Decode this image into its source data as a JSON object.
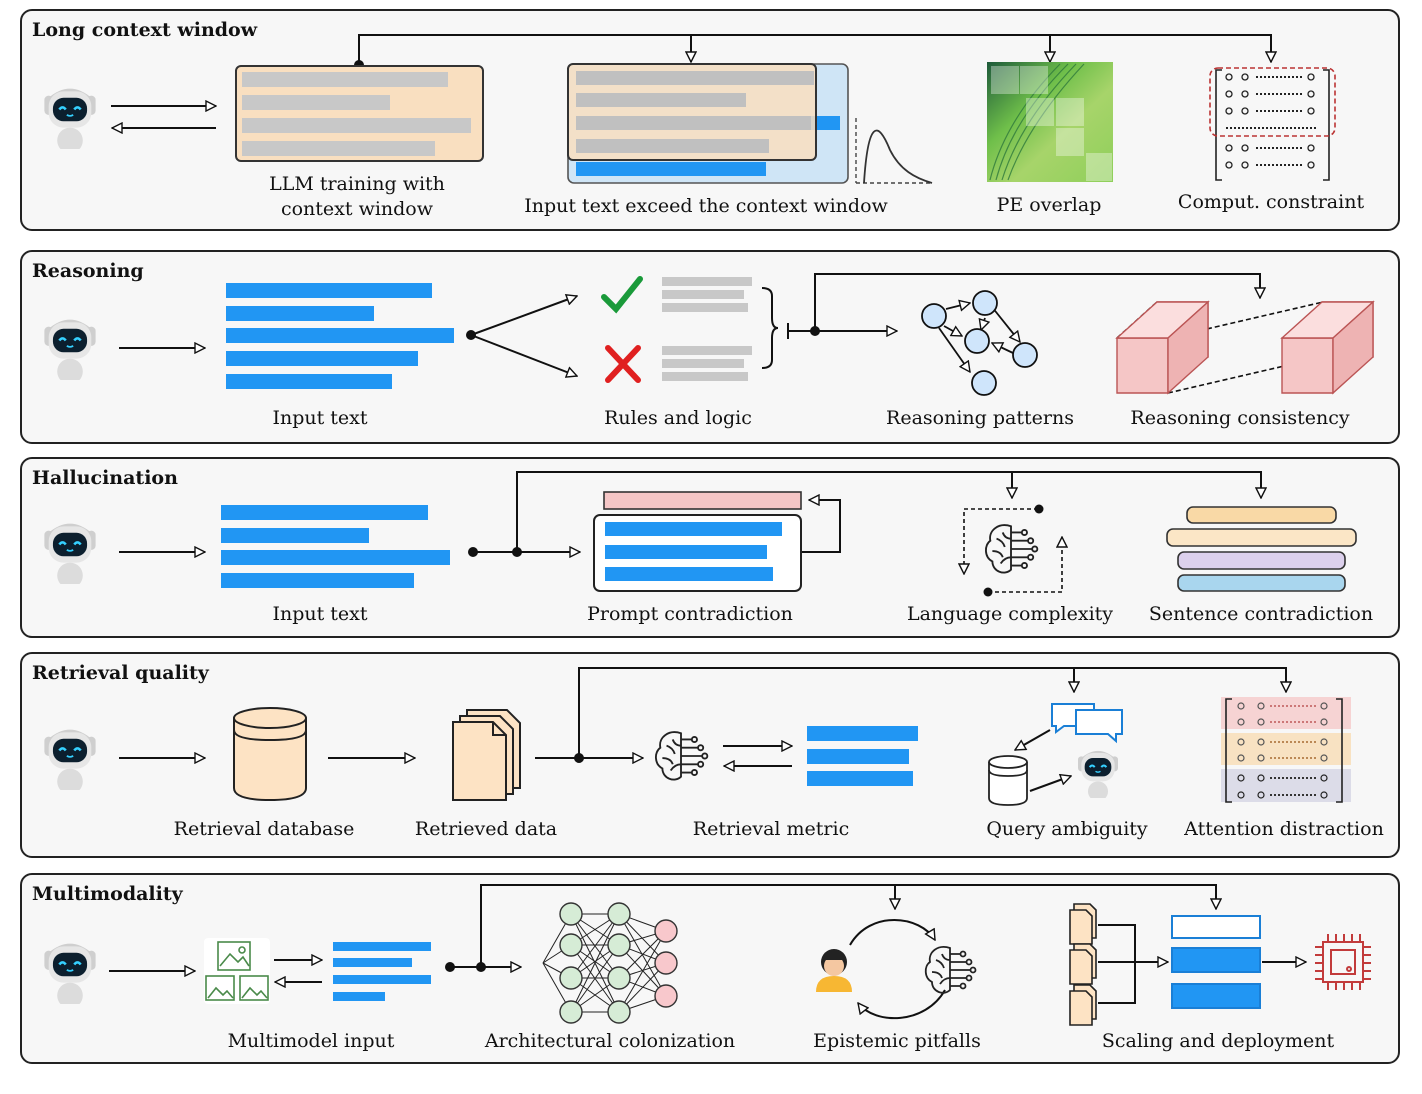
{
  "panels": [
    {
      "title": "Long context window",
      "captions": [
        "LLM training with\ncontext window",
        "Input text exceed the context window",
        "PE overlap",
        "Comput. constraint"
      ]
    },
    {
      "title": "Reasoning",
      "captions": [
        "Input text",
        "Rules and logic",
        "Reasoning patterns",
        "Reasoning consistency"
      ]
    },
    {
      "title": "Hallucination",
      "captions": [
        "Input text",
        "Prompt contradiction",
        "Language complexity",
        "Sentence contradiction"
      ]
    },
    {
      "title": "Retrieval quality",
      "captions": [
        "Retrieval database",
        "Retrieved data",
        "Retrieval metric",
        "Query ambiguity",
        "Attention distraction"
      ]
    },
    {
      "title": "Multimodality",
      "captions": [
        "Multimodel input",
        "Architectural colonization",
        "Epistemic pitfalls",
        "Scaling and deployment"
      ]
    }
  ],
  "icons": [
    "robot-icon",
    "check-icon",
    "cross-icon",
    "brain-icon",
    "database-icon",
    "document-icon",
    "chat-bubble-icon",
    "image-icon",
    "person-icon",
    "chip-icon",
    "server-stack-icon",
    "neural-network-icon"
  ],
  "colors": {
    "blue": "#2196f3",
    "peach": "#f9dfc0",
    "gray": "#c8c8c8",
    "pink": "#f5c6c6",
    "green": "#1a9a3a",
    "red": "#e02020"
  }
}
